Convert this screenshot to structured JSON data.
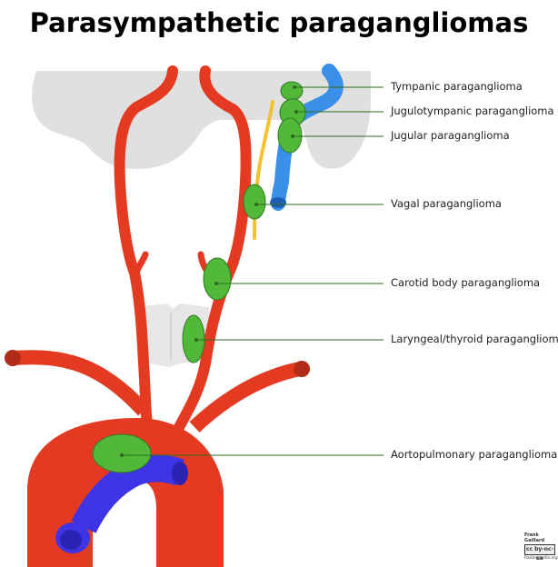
{
  "title": "Parasympathetic paragangliomas",
  "labels": [
    "Tympanic paraganglioma",
    "Jugulotympanic paraganglioma",
    "Jugular paraganglioma",
    "Vagal paraganglioma",
    "Carotid body paraganglioma",
    "Laryngeal/thyroid paraganglioma",
    "Aortopulmonary paraganglioma"
  ],
  "credit": {
    "author": "Frank Gaillard",
    "license": "cc by-nc-sa",
    "site": "Radiopaedia.org"
  },
  "colors": {
    "artery": "#e43a22",
    "vein": "#3a8fe8",
    "pulmonary_artery": "#3d34e6",
    "tumor": "#52b83a",
    "tumor_outline": "#2f7a22",
    "skull_base": "#e0e0e0",
    "larynx": "#e6e6e6",
    "nerve": "#f2c230",
    "leader_line": "#2e6b1f"
  }
}
